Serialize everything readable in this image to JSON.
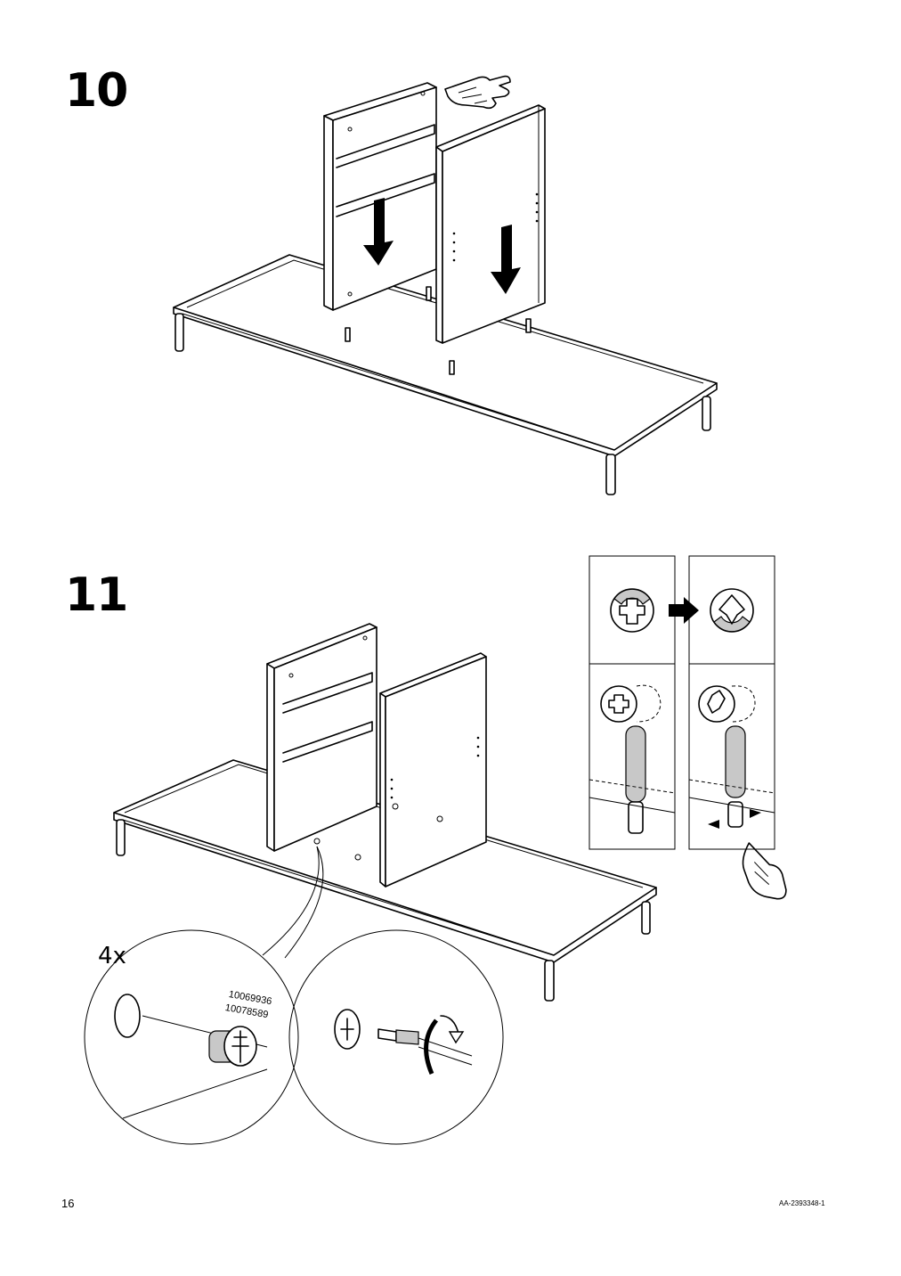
{
  "steps": {
    "step10": {
      "number": "10"
    },
    "step11": {
      "number": "11"
    }
  },
  "detail": {
    "quantity": "4x",
    "part_numbers": [
      "10069936",
      "10078589"
    ]
  },
  "footer": {
    "page_number": "16",
    "document_code": "AA-2393348-1"
  },
  "icons": [
    "hand-pointer-icon",
    "down-arrow-icon",
    "right-arrow-icon",
    "cam-lock-icon",
    "screwdriver-icon",
    "rotate-arrow-icon"
  ]
}
